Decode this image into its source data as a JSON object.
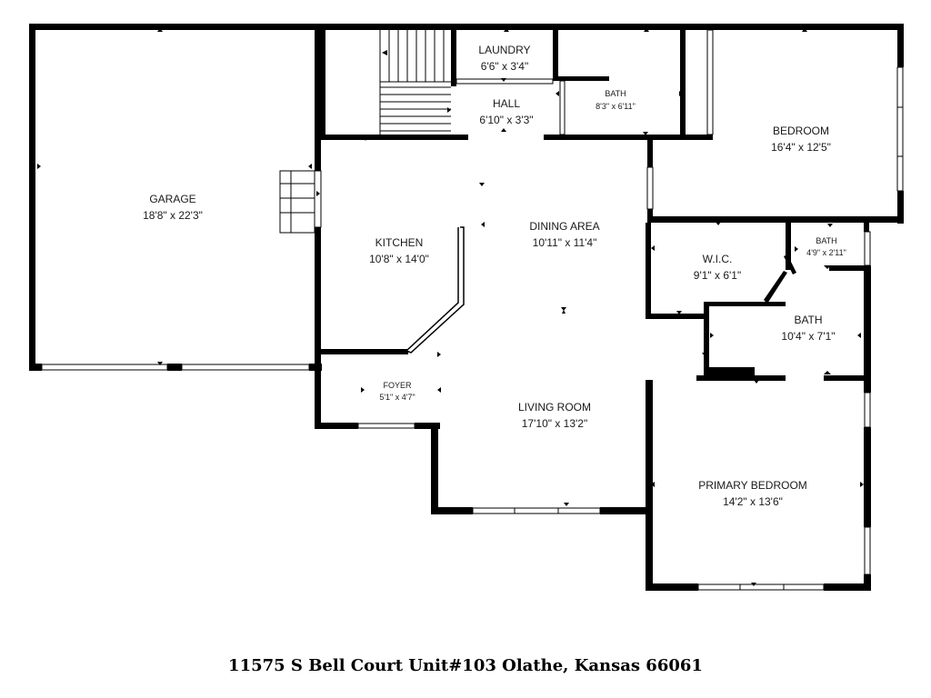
{
  "rooms": {
    "garage": {
      "name": "GARAGE",
      "size": "18'8\" x 22'3\""
    },
    "laundry": {
      "name": "LAUNDRY",
      "size": "6'6\" x 3'4\""
    },
    "hall": {
      "name": "HALL",
      "size": "6'10\" x 3'3\""
    },
    "bath1": {
      "name": "BATH",
      "size": "8'3\" x 6'11\""
    },
    "bedroom": {
      "name": "BEDROOM",
      "size": "16'4\" x 12'5\""
    },
    "kitchen": {
      "name": "KITCHEN",
      "size": "10'8\" x 14'0\""
    },
    "dining": {
      "name": "DINING AREA",
      "size": "10'11\" x 11'4\""
    },
    "wic": {
      "name": "W.I.C.",
      "size": "9'1\" x 6'1\""
    },
    "bath2": {
      "name": "BATH",
      "size": "4'9\" x 2'11\""
    },
    "bath3": {
      "name": "BATH",
      "size": "10'4\" x 7'1\""
    },
    "foyer": {
      "name": "FOYER",
      "size": "5'1\" x 4'7\""
    },
    "living": {
      "name": "LIVING ROOM",
      "size": "17'10\" x 13'2\""
    },
    "primary": {
      "name": "PRIMARY BEDROOM",
      "size": "14'2\" x 13'6\""
    }
  },
  "address": "11575 S Bell Court Unit#103 Olathe, Kansas 66061"
}
